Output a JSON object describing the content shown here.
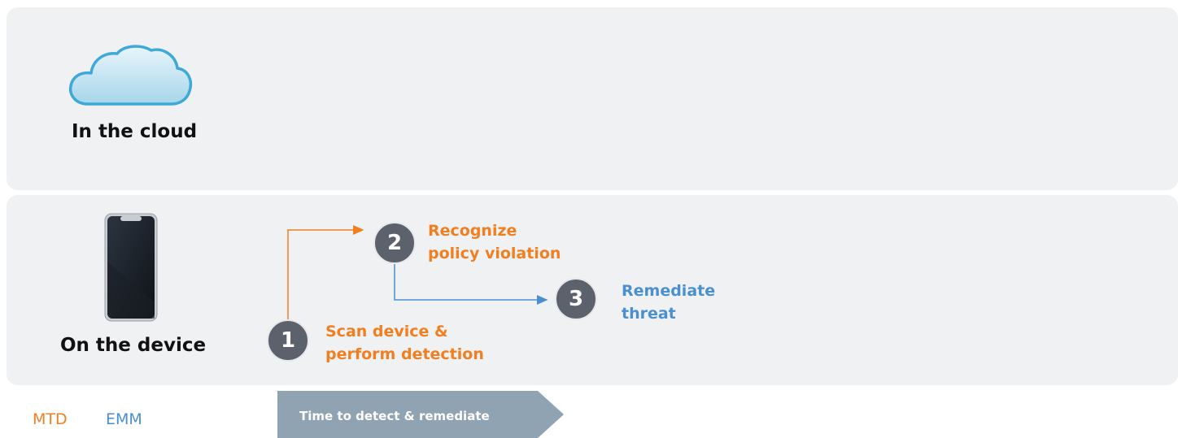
{
  "regions": {
    "cloud_label": "In the cloud",
    "device_label": "On the device"
  },
  "steps": [
    {
      "number": "1",
      "line1": "Scan device &",
      "line2": "perform detection",
      "owner": "MTD"
    },
    {
      "number": "2",
      "line1": "Recognize",
      "line2": "policy violation",
      "owner": "MTD"
    },
    {
      "number": "3",
      "line1": "Remediate",
      "line2": "threat",
      "owner": "EMM"
    }
  ],
  "legend": {
    "mtd": "MTD",
    "emm": "EMM"
  },
  "timeline": {
    "label": "Time to detect & remediate"
  },
  "colors": {
    "mtd": "#f07f22",
    "emm": "#4b8fcf",
    "panel": "#f0f1f3",
    "step_circle": "#5c626b",
    "time_arrow": "#8fa3b2"
  },
  "icons": {
    "cloud": "cloud-icon",
    "device": "smartphone-icon"
  }
}
